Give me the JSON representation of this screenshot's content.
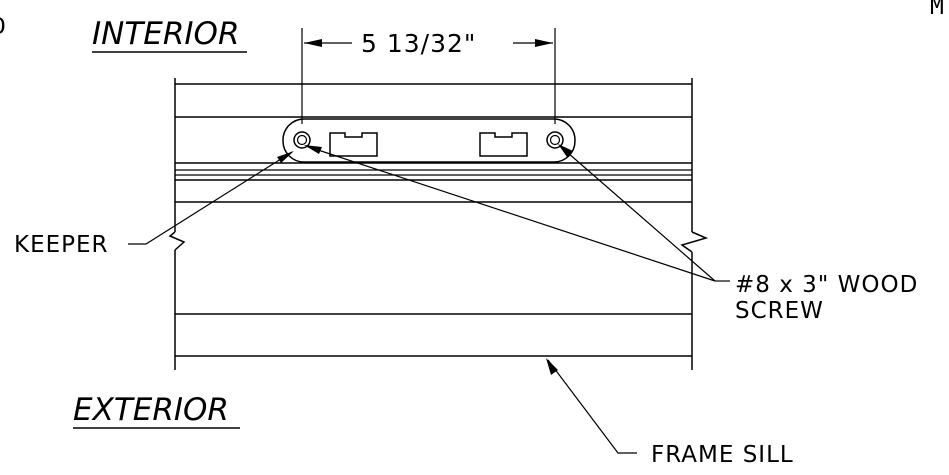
{
  "titles": {
    "interior": "INTERIOR",
    "exterior": "EXTERIOR"
  },
  "dimension": {
    "text": "5 13/32\""
  },
  "callouts": {
    "keeper": "KEEPER",
    "screw_line1": "#8 x 3\" WOOD",
    "screw_line2": "SCREW",
    "frame_sill": "FRAME SILL"
  },
  "edge_fragments": {
    "left": "D",
    "right": "M"
  }
}
